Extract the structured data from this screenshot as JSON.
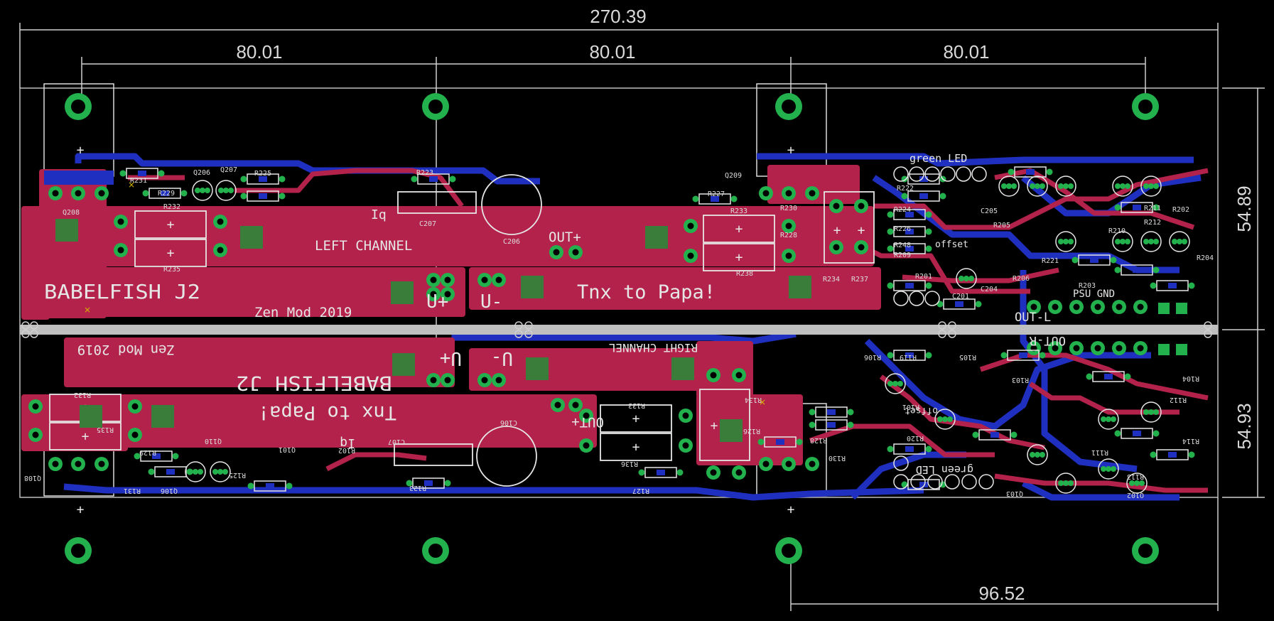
{
  "colors": {
    "background": "#000000",
    "copper_top": "#b2224a",
    "copper_bottom": "#1f2fbf",
    "pad": "#22b14c",
    "silkscreen": "#e6e6e6",
    "dimension": "#cfcfcf"
  },
  "dimensions": {
    "overall_width": "270.39",
    "heatsink_spacing_1": "80.01",
    "heatsink_spacing_2": "80.01",
    "heatsink_spacing_3": "80.01",
    "height_top": "54.89",
    "height_bottom": "54.93",
    "bottom_offset": "96.52"
  },
  "left_board": {
    "title": "BABELFISH J2",
    "credit": "Zen Mod 2019",
    "channel": "LEFT CHANNEL",
    "thanks": "Tnx to Papa!",
    "output": "OUT+",
    "supply_pos": "U+",
    "supply_neg": "U-",
    "bias": "Iq",
    "leds": "green LED",
    "offset": "offset",
    "psu": "PSU GND",
    "out_label": "OUT-L"
  },
  "right_board": {
    "title": "BABELFISH J2",
    "credit": "Zen Mod 2019",
    "channel": "RIGHT CHANNEL",
    "thanks": "Tnx to Papa!",
    "output": "OUT+",
    "supply_pos": "U+",
    "supply_neg": "U-",
    "bias": "Iq",
    "leds": "green LED",
    "offset": "offset",
    "out_label": "OUT-R"
  },
  "refdes_top": [
    "R231",
    "Q208",
    "R229",
    "Q206",
    "Q207",
    "R225",
    "R223",
    "R227",
    "Q209",
    "R232",
    "R235",
    "R233",
    "R230",
    "R228",
    "R234",
    "R237",
    "R238",
    "C207",
    "C206",
    "R222",
    "R224",
    "R226",
    "R248",
    "R209",
    "R201",
    "R205",
    "C201",
    "C204",
    "C205",
    "R206",
    "R221",
    "R203",
    "R212",
    "R211",
    "R210",
    "R202",
    "R204"
  ],
  "refdes_bottom": [
    "Q108",
    "R132",
    "R135",
    "R129",
    "R131",
    "Q106",
    "Q110",
    "R125",
    "Q101",
    "R102",
    "C107",
    "C106",
    "R133",
    "R123",
    "R136",
    "R127",
    "R134",
    "R126",
    "R130",
    "R128",
    "R120",
    "R106",
    "R105",
    "R103",
    "R104",
    "R101",
    "R113",
    "R114",
    "R111",
    "Q103",
    "Q102",
    "R119",
    "R112"
  ]
}
